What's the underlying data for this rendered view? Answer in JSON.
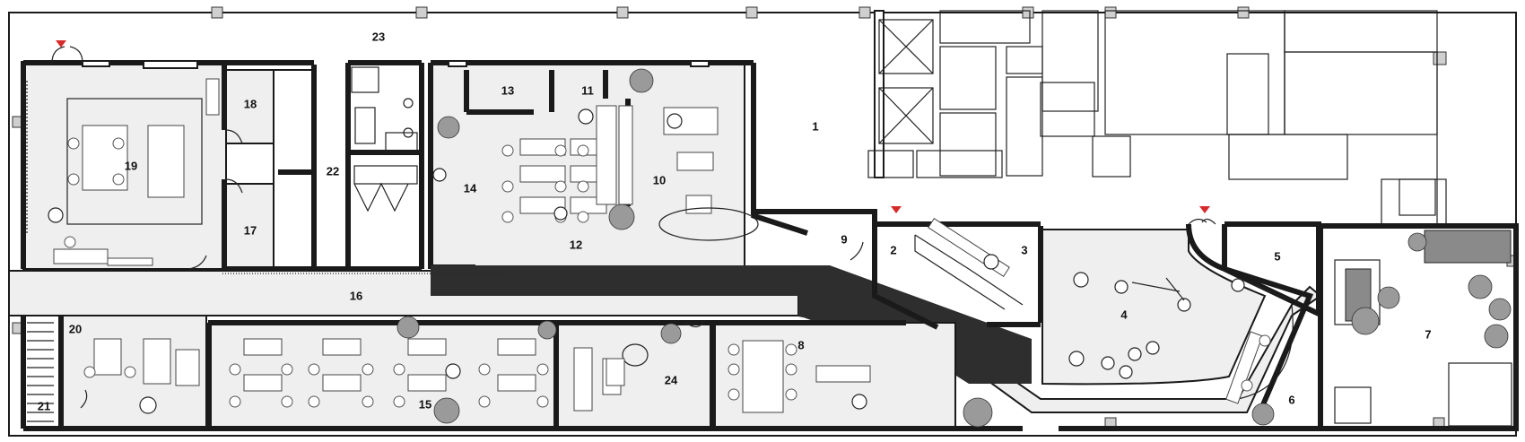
{
  "plan": {
    "rooms": [
      {
        "id": "r1",
        "label": "1"
      },
      {
        "id": "r2",
        "label": "2"
      },
      {
        "id": "r3",
        "label": "3"
      },
      {
        "id": "r4",
        "label": "4"
      },
      {
        "id": "r5",
        "label": "5"
      },
      {
        "id": "r6",
        "label": "6"
      },
      {
        "id": "r7",
        "label": "7"
      },
      {
        "id": "r8",
        "label": "8"
      },
      {
        "id": "r9",
        "label": "9"
      },
      {
        "id": "r10",
        "label": "10"
      },
      {
        "id": "r11",
        "label": "11"
      },
      {
        "id": "r12",
        "label": "12"
      },
      {
        "id": "r13",
        "label": "13"
      },
      {
        "id": "r14",
        "label": "14"
      },
      {
        "id": "r15",
        "label": "15"
      },
      {
        "id": "r16",
        "label": "16"
      },
      {
        "id": "r17",
        "label": "17"
      },
      {
        "id": "r18",
        "label": "18"
      },
      {
        "id": "r19",
        "label": "19"
      },
      {
        "id": "r20",
        "label": "20"
      },
      {
        "id": "r21",
        "label": "21"
      },
      {
        "id": "r22",
        "label": "22"
      },
      {
        "id": "r23",
        "label": "23"
      },
      {
        "id": "r24",
        "label": "24"
      }
    ],
    "colors": {
      "entrance_marker": "#d62b2b",
      "floor_fill": "#efefef",
      "ramp_fill": "#2e2e2e",
      "wall": "#1a1a1a"
    }
  }
}
